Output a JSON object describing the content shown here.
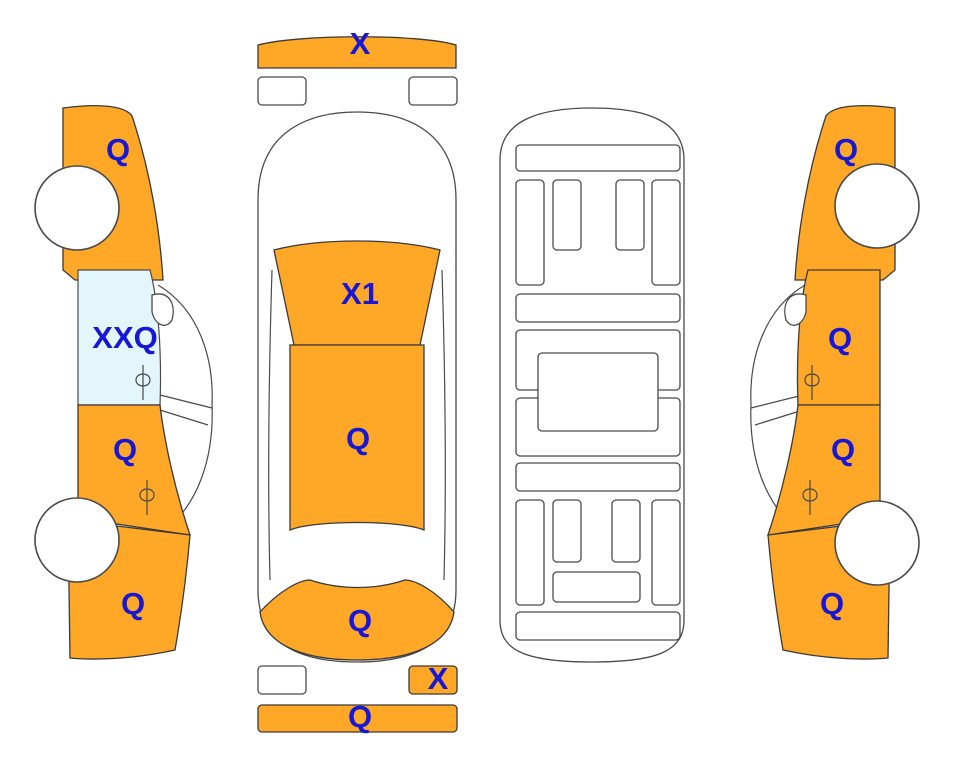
{
  "colors": {
    "damaged_panel": "#FFA726",
    "glass": "#E3F6FB",
    "code_text": "#1717D6",
    "outline": "#4a4a4a"
  },
  "views": {
    "left_side": {
      "front_fender": "Q",
      "front_door_window": "XXQ",
      "front_door": "Q",
      "rear_quarter": "Q"
    },
    "top": {
      "front_bumper": "X",
      "windshield": "X1",
      "roof": "Q",
      "trunk": "Q",
      "rear_right_light": "X",
      "rear_bumper": "Q"
    },
    "right_side": {
      "front_fender": "Q",
      "front_door": "Q",
      "rear_door": "Q",
      "rear_quarter": "Q"
    }
  }
}
